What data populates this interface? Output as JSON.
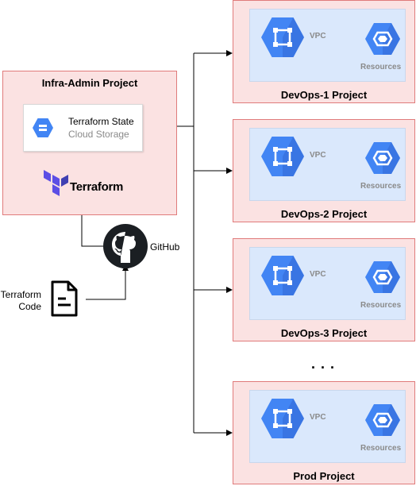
{
  "infra_admin": {
    "title": "Infra-Admin Project",
    "storage_title": "Terraform State",
    "storage_subtitle": "Cloud Storage",
    "terraform_label": "Terraform"
  },
  "github_label": "GitHub",
  "code_label": "Terraform\nCode",
  "projects": [
    {
      "title": "DevOps-1 Project",
      "vpc_label": "VPC",
      "resources_label": "Resources"
    },
    {
      "title": "DevOps-2 Project",
      "vpc_label": "VPC",
      "resources_label": "Resources"
    },
    {
      "title": "DevOps-3 Project",
      "vpc_label": "VPC",
      "resources_label": "Resources"
    },
    {
      "title": "Prod Project",
      "vpc_label": "VPC",
      "resources_label": "Resources"
    }
  ],
  "ellipsis": ". . .",
  "colors": {
    "project_fill": "#fbe2e2",
    "project_border": "#e07b7b",
    "vpc_fill": "#dae8fc",
    "gcp_blue": "#4285f4",
    "gcp_blue_dark": "#3367d6",
    "terraform_purple": "#5c4ee5",
    "github_dark": "#1b1f23"
  }
}
